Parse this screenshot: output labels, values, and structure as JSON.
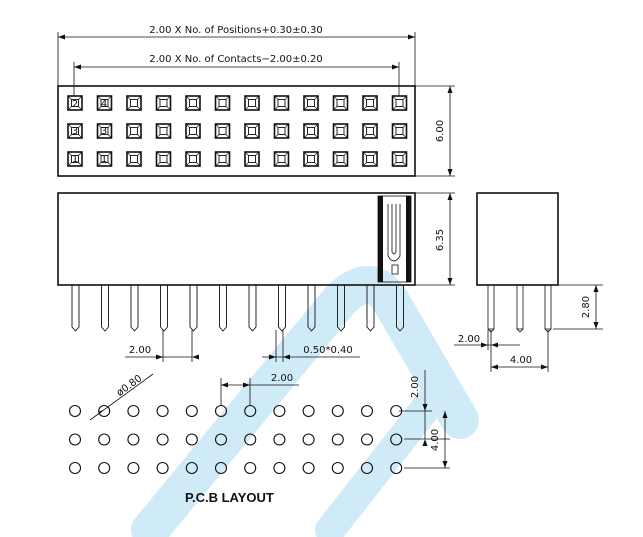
{
  "dimensions": {
    "positions_length": "2.00 X No. of Positions+0.30±0.30",
    "contacts_length": "2.00 X No. of Contacts−2.00±0.20",
    "top_height": "6.00",
    "body_height": "6.35",
    "pin_pitch": "2.00",
    "pin_size": "0.50*0.40",
    "side_pitch_left": "2.00",
    "side_width": "4.00",
    "pin_length": "2.80",
    "hole_dia": "ø0.80",
    "pcb_pitch_x": "2.00",
    "pcb_pitch_y": "2.00",
    "pcb_row_span": "4.00"
  },
  "pad_numbers": {
    "row1_first": "2",
    "row1_second": "4",
    "row2_first": "3",
    "row2_second": "3",
    "row3_first": "1",
    "row3_second": "1"
  },
  "labels": {
    "pcb_layout": "P.C.B LAYOUT"
  },
  "grid": {
    "columns": 12,
    "rows": 3
  },
  "colors": {
    "line": "#111111",
    "watermark": "#2aa6e0"
  }
}
